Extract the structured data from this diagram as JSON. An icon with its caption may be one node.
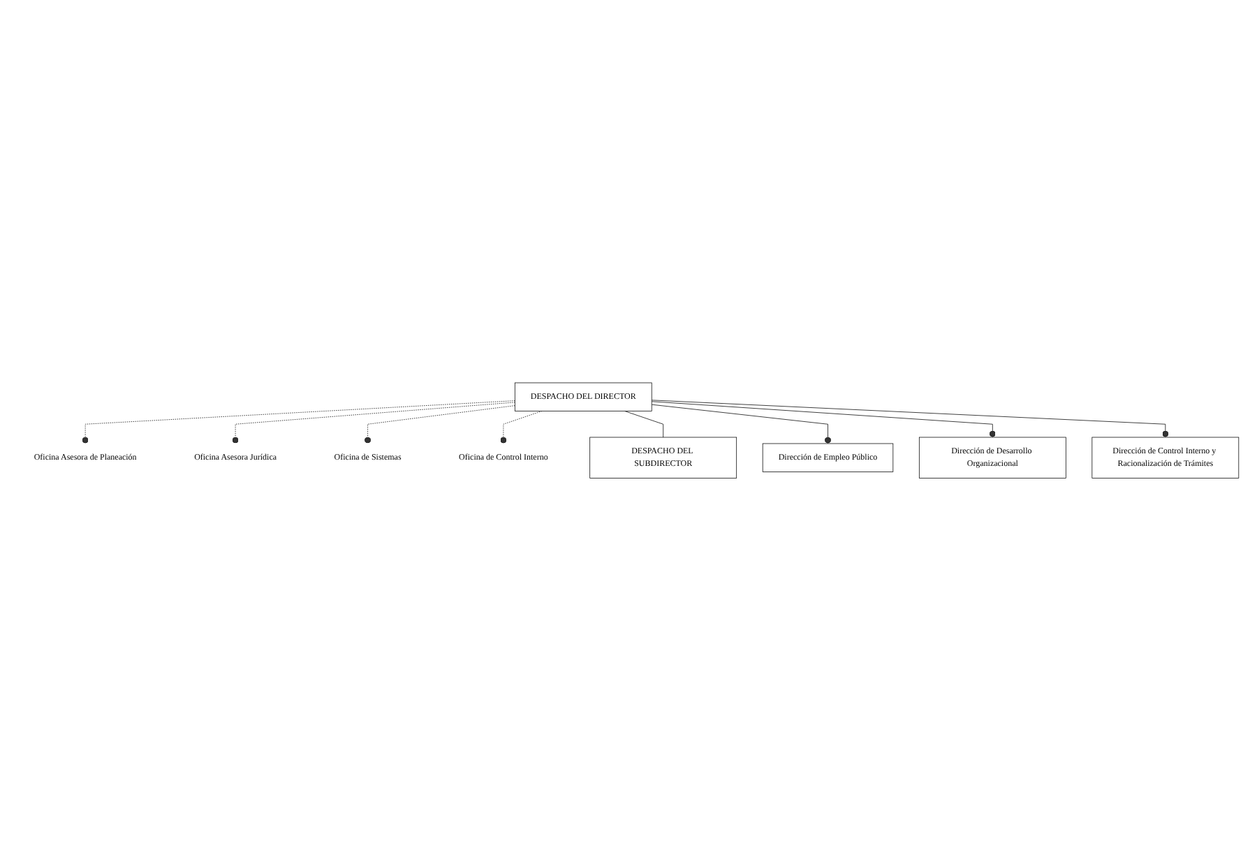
{
  "diagram": {
    "nodes": [
      {
        "text": [
          "DESPACHO DEL DIRECTOR"
        ]
      },
      {
        "text": [
          "Oficina Asesora de Planeación"
        ]
      },
      {
        "text": [
          "Oficina Asesora Jurídica"
        ]
      },
      {
        "text": [
          "Oficina de Sistemas"
        ]
      },
      {
        "text": [
          "Oficina de Control Interno"
        ]
      },
      {
        "text": [
          "DESPACHO DEL SUBDIRECTOR"
        ]
      },
      {
        "text": [
          "Dirección de Empleo Público"
        ]
      },
      {
        "text": [
          "Dirección de Desarrollo Organizacional"
        ]
      },
      {
        "text": [
          "Dirección de Control Interno y Racionalización de Trámites"
        ]
      }
    ],
    "edges": [
      {
        "from": 0,
        "to": 1,
        "arrow": "other",
        "style": "dashed"
      },
      {
        "from": 0,
        "to": 2,
        "arrow": "other",
        "style": "dashed"
      },
      {
        "from": 0,
        "to": 3,
        "arrow": "other",
        "style": "dashed"
      },
      {
        "from": 0,
        "to": 4,
        "arrow": "other",
        "style": "dashed"
      },
      {
        "from": 0,
        "to": 5,
        "arrow": "none"
      },
      {
        "from": 0,
        "to": 6,
        "arrow": "other"
      },
      {
        "from": 0,
        "to": 7,
        "arrow": "other"
      },
      {
        "from": 0,
        "to": 8,
        "arrow": "other"
      }
    ]
  }
}
